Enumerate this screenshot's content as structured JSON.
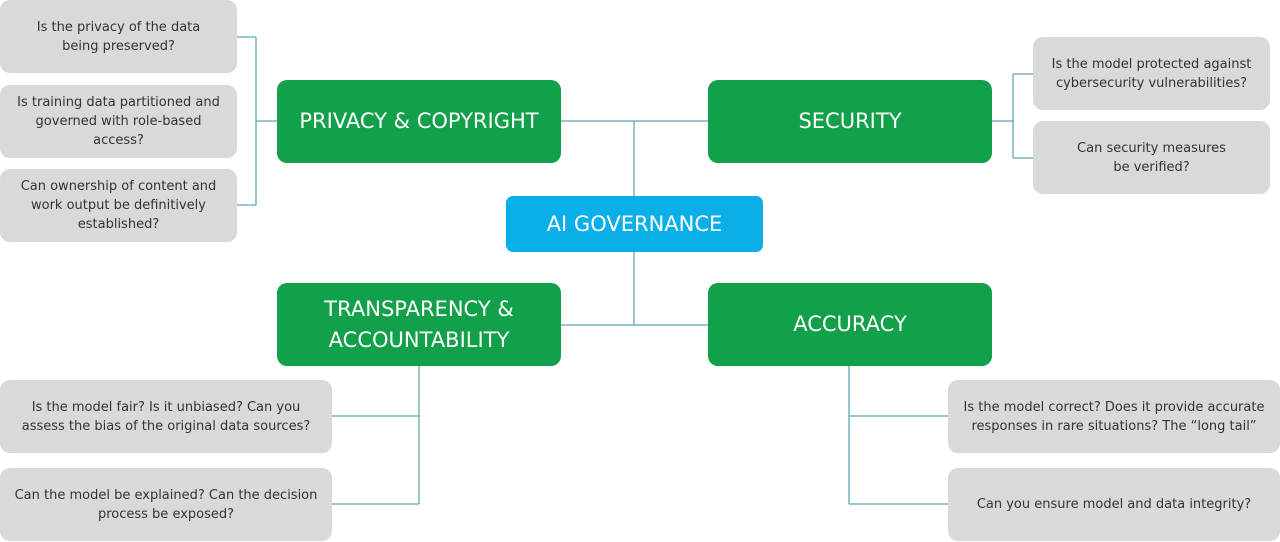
{
  "center": {
    "label": "AI GOVERNANCE"
  },
  "categories": {
    "privacy": {
      "label": "PRIVACY & COPYRIGHT",
      "questions": [
        "Is the privacy of the data being preserved?",
        "Is training data partitioned and governed with role-based access?",
        "Can ownership of content and work output be definitively established?"
      ]
    },
    "security": {
      "label": "SECURITY",
      "questions": [
        "Is the model protected against cybersecurity vulnerabilities?",
        "Can security measures be verified?"
      ]
    },
    "transparency": {
      "label": "TRANSPARENCY & ACCOUNTABILITY",
      "questions": [
        "Is the model fair? Is it unbiased? Can you assess the bias of the original data sources?",
        "Can the model be explained? Can the decision process be exposed?"
      ]
    },
    "accuracy": {
      "label": "ACCURACY",
      "questions": [
        "Is the model correct? Does it provide accurate responses in rare situations? The “long tail”",
        "Can you ensure model and data integrity?"
      ]
    }
  },
  "colors": {
    "center": "#0aaee8",
    "category": "#12a04a",
    "question": "#d9d9d9",
    "connector": "#5fa7b0"
  }
}
